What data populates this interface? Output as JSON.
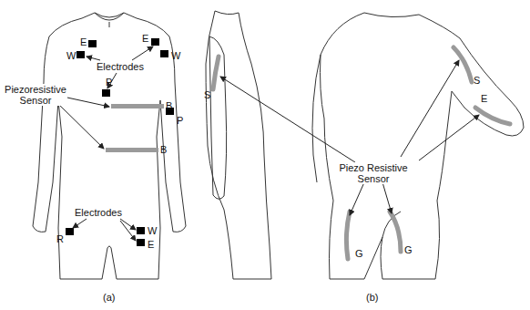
{
  "diagram": {
    "labels": [
      "E",
      "E",
      "W",
      "W",
      "Electrodes",
      "P",
      "Piezoresistive Sensor",
      "B",
      "P",
      "B",
      "Electrodes",
      "R",
      "W",
      "E",
      "(a)",
      "S",
      "Piezo Resistive Sensor",
      "S",
      "E",
      "G",
      "G",
      "(b)"
    ]
  }
}
